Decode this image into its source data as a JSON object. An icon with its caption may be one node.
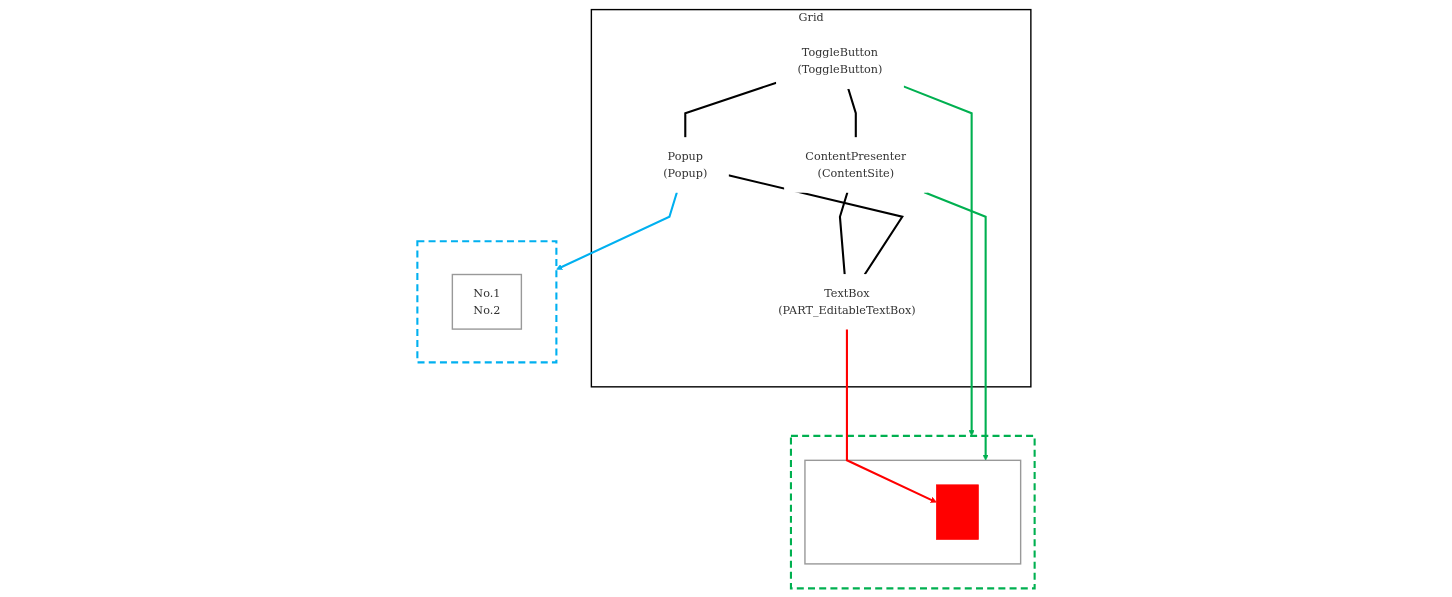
{
  "diagram": {
    "nodes": [
      {
        "text": [
          "Grid"
        ]
      },
      {
        "text": [
          "ToggleButton",
          "(ToggleButton)"
        ],
        "in": 0
      },
      {
        "text": [
          "ContentPresenter",
          "(ContentSite)"
        ],
        "in": 0
      },
      {
        "text": [
          "Popup",
          "(Popup)"
        ],
        "in": 0
      },
      {
        "text": [
          "TextBox",
          "(PART_EditableTextBox)"
        ],
        "in": 0
      },
      {
        "text": [],
        "shape": "box"
      },
      {
        "text": [],
        "shape": "box",
        "in": 5
      },
      {
        "text": [],
        "shape": "bar",
        "in": 6
      },
      {
        "text": [],
        "shape": "box"
      },
      {
        "text": [
          "No.1",
          "No.2"
        ],
        "in": 8
      }
    ],
    "edges": [
      {
        "from": 1,
        "to": 2,
        "arrow": "none"
      },
      {
        "from": 1,
        "to": 3,
        "arrow": "none"
      },
      {
        "from": 2,
        "to": 4,
        "arrow": "none"
      },
      {
        "from": 3,
        "to": 4,
        "arrow": "none"
      },
      {
        "from": 1,
        "to": 5,
        "arrow": "to",
        "color": "#00b050"
      },
      {
        "from": 2,
        "to": 6,
        "arrow": "to",
        "color": "#00b050"
      },
      {
        "from": 4,
        "to": 7,
        "arrow": "to",
        "color": "#ff0000"
      },
      {
        "from": 3,
        "to": 8,
        "arrow": "to",
        "color": "#00b0f0"
      }
    ]
  }
}
